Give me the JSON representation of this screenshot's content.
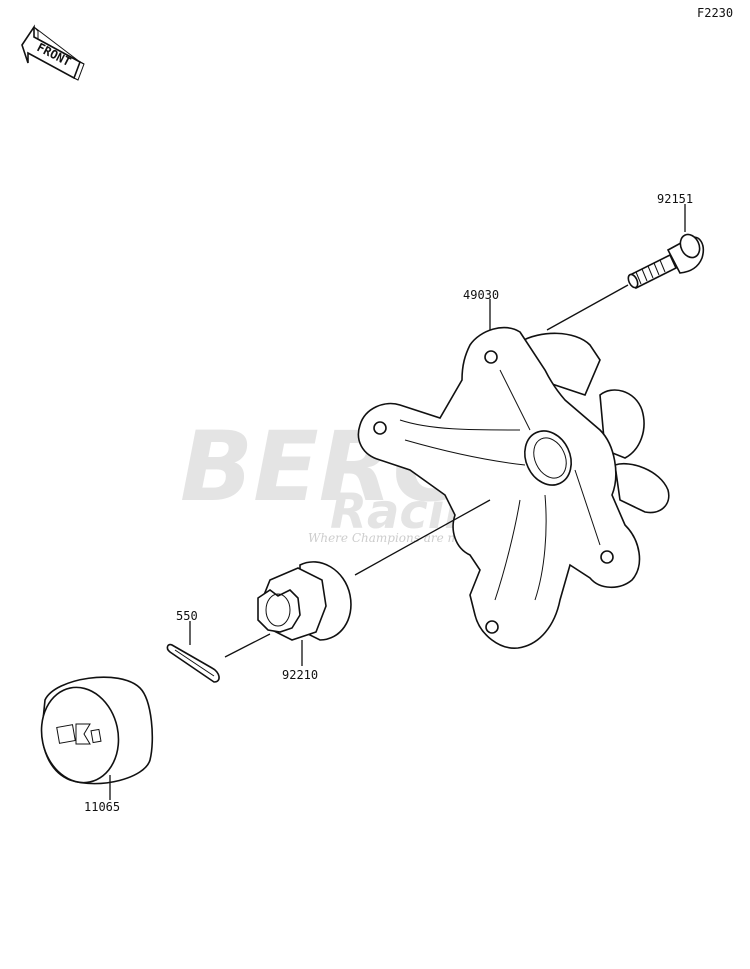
{
  "figure_code": "F2230",
  "front_label": "FRONT",
  "watermark": {
    "brand": "BERG",
    "sub": "Racing",
    "tagline": "Where Champions are made"
  },
  "parts": [
    {
      "id": "part-92151",
      "number": "92151"
    },
    {
      "id": "part-49030",
      "number": "49030"
    },
    {
      "id": "part-550",
      "number": "550"
    },
    {
      "id": "part-92210",
      "number": "92210"
    },
    {
      "id": "part-11065",
      "number": "11065"
    }
  ]
}
